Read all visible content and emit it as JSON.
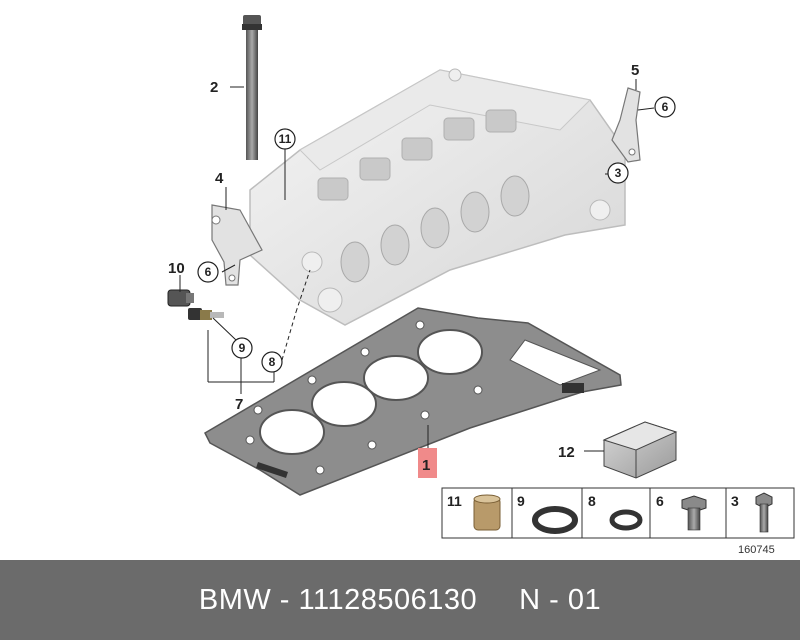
{
  "diagram": {
    "callouts": {
      "c1": "1",
      "c2": "2",
      "c3": "3",
      "c4": "4",
      "c5": "5",
      "c6a": "6",
      "c6b": "6",
      "c7": "7",
      "c8": "8",
      "c9": "9",
      "c10": "10",
      "c11": "11",
      "c12": "12"
    },
    "legend": {
      "t11": "11",
      "t9": "9",
      "t8": "8",
      "t6": "6",
      "t3": "3"
    },
    "ref_code": "160745"
  },
  "footer": {
    "part_number": "BMW - 11128506130",
    "page": "N - 01"
  },
  "colors": {
    "highlight": "#f08a8a",
    "footer_bg": "#6b6b6b",
    "gasket": "#8d8d8d"
  }
}
